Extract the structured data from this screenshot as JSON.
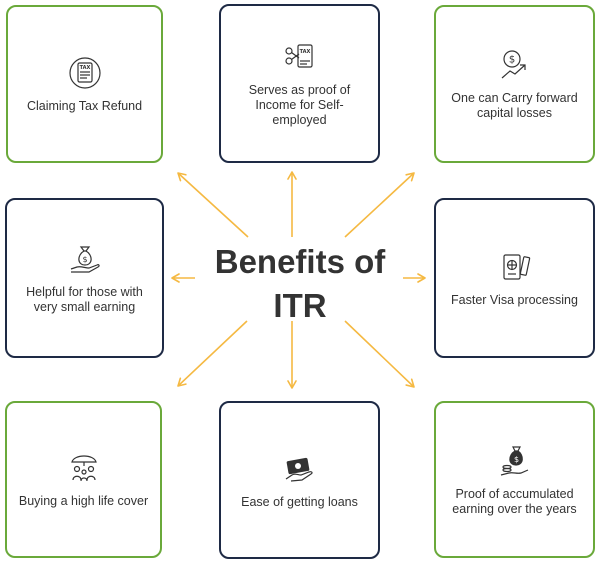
{
  "title_line1": "Benefits of",
  "title_line2": "ITR",
  "colors": {
    "green": "#6aa93a",
    "navy": "#1e2a45",
    "arrow": "#f5b942",
    "text": "#333333"
  },
  "cards": {
    "claiming_tax_refund": {
      "label": "Claiming Tax Refund",
      "icon": "tax-document-icon",
      "icon_text": "TAX"
    },
    "proof_self_employed": {
      "label": "Serves as proof of Income for Self-employed",
      "icon": "tax-scissors-icon",
      "icon_text": "TAX"
    },
    "carry_forward_losses": {
      "label": "One can Carry forward capital losses",
      "icon": "dollar-growth-icon"
    },
    "small_earning": {
      "label": "Helpful for those with very small earning",
      "icon": "money-bag-hand-icon"
    },
    "faster_visa": {
      "label": "Faster Visa processing",
      "icon": "passport-icon"
    },
    "life_cover": {
      "label": "Buying a high life cover",
      "icon": "family-umbrella-icon"
    },
    "easy_loans": {
      "label": "Ease of getting loans",
      "icon": "cash-hand-icon"
    },
    "accumulated_earning": {
      "label": "Proof of accumulated earning over the years",
      "icon": "money-bag-coins-icon"
    }
  }
}
